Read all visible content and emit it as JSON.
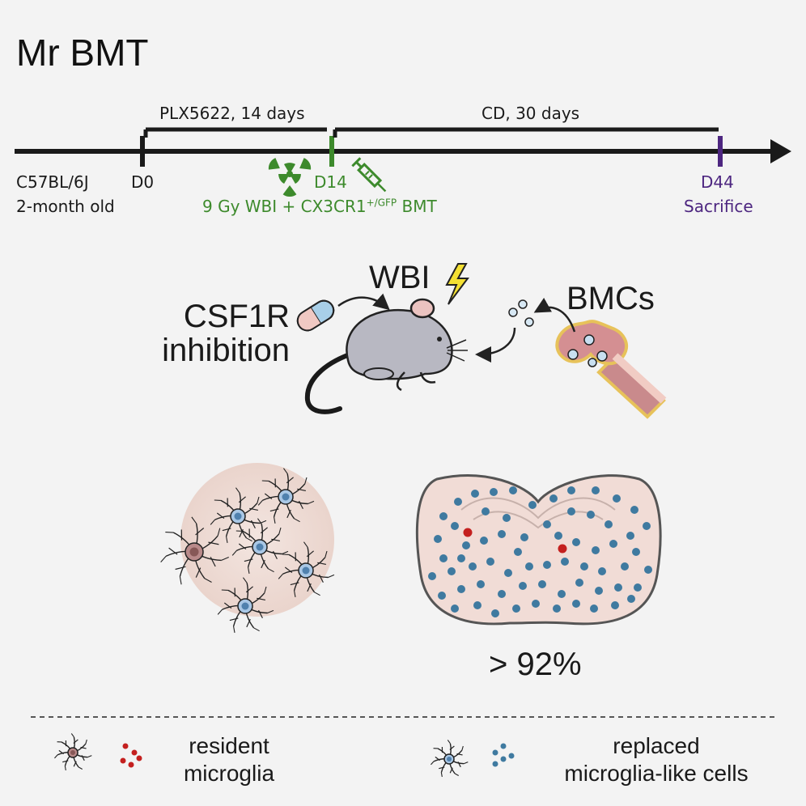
{
  "title": "Mr BMT",
  "timeline": {
    "period1": "PLX5622, 14 days",
    "period2": "CD, 30 days",
    "strain": "C57BL/6J",
    "age": "2-month old",
    "d0": "D0",
    "d14": "D14",
    "treatment_prefix": "9 Gy WBI + CX3CR1",
    "treatment_sup": "+/GFP",
    "treatment_suffix": " BMT",
    "d44": "D44",
    "sacrifice": "Sacrifice"
  },
  "schema": {
    "wbi": "WBI",
    "csf1r_line1": "CSF1R",
    "csf1r_line2": "inhibition",
    "bmcs": "BMCs"
  },
  "result": {
    "percent": "> 92%"
  },
  "legend": {
    "resident_line1": "resident",
    "resident_line2": "microglia",
    "replaced_line1": "replaced",
    "replaced_line2": "microglia-like cells"
  },
  "colors": {
    "green": "#3d8a2c",
    "purple": "#4d2680",
    "resident": "#c4201f",
    "replaced": "#3f7aa0",
    "tissue": "#f1dcd6"
  },
  "icons": [
    "radiation-icon",
    "syringe-icon",
    "lightning-icon",
    "pill-icon",
    "mouse-icon",
    "bone-icon",
    "microglia-icon",
    "brain-section-icon"
  ]
}
